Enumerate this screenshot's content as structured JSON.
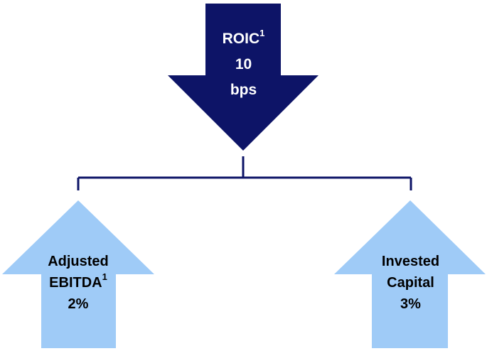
{
  "colors": {
    "dark_arrow": "#0d1467",
    "light_arrow": "#9fcbf7",
    "connector": "#0d1467"
  },
  "top_arrow": {
    "title": "ROIC",
    "title_sup": "1",
    "value": "10",
    "unit": "bps"
  },
  "left_arrow": {
    "line1": "Adjusted",
    "line2": "EBITDA",
    "line2_sup": "1",
    "value": "2%"
  },
  "right_arrow": {
    "line1": "Invested",
    "line2": "Capital",
    "value": "3%"
  }
}
